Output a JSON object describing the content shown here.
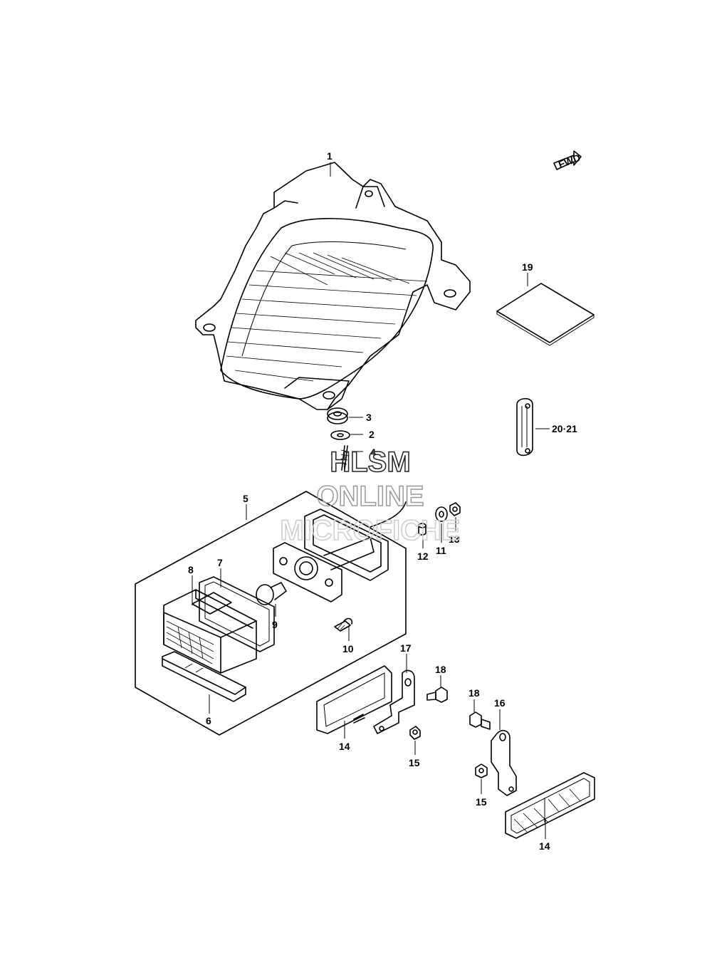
{
  "direction_tag": "FWD",
  "callouts": {
    "c1": "1",
    "c2": "2",
    "c3": "3",
    "c4": "4",
    "c5": "5",
    "c6": "6",
    "c7": "7",
    "c8": "8",
    "c9": "9",
    "c10": "10",
    "c11": "11",
    "c12": "12",
    "c13": "13",
    "c14a": "14",
    "c14b": "14",
    "c15a": "15",
    "c15b": "15",
    "c16": "16",
    "c17": "17",
    "c18a": "18",
    "c18b": "18",
    "c19": "19",
    "c20_21": "20·21"
  },
  "watermark": {
    "line1": "HLSM",
    "line2": "ONLINE",
    "line3": "MICROFICHE"
  }
}
